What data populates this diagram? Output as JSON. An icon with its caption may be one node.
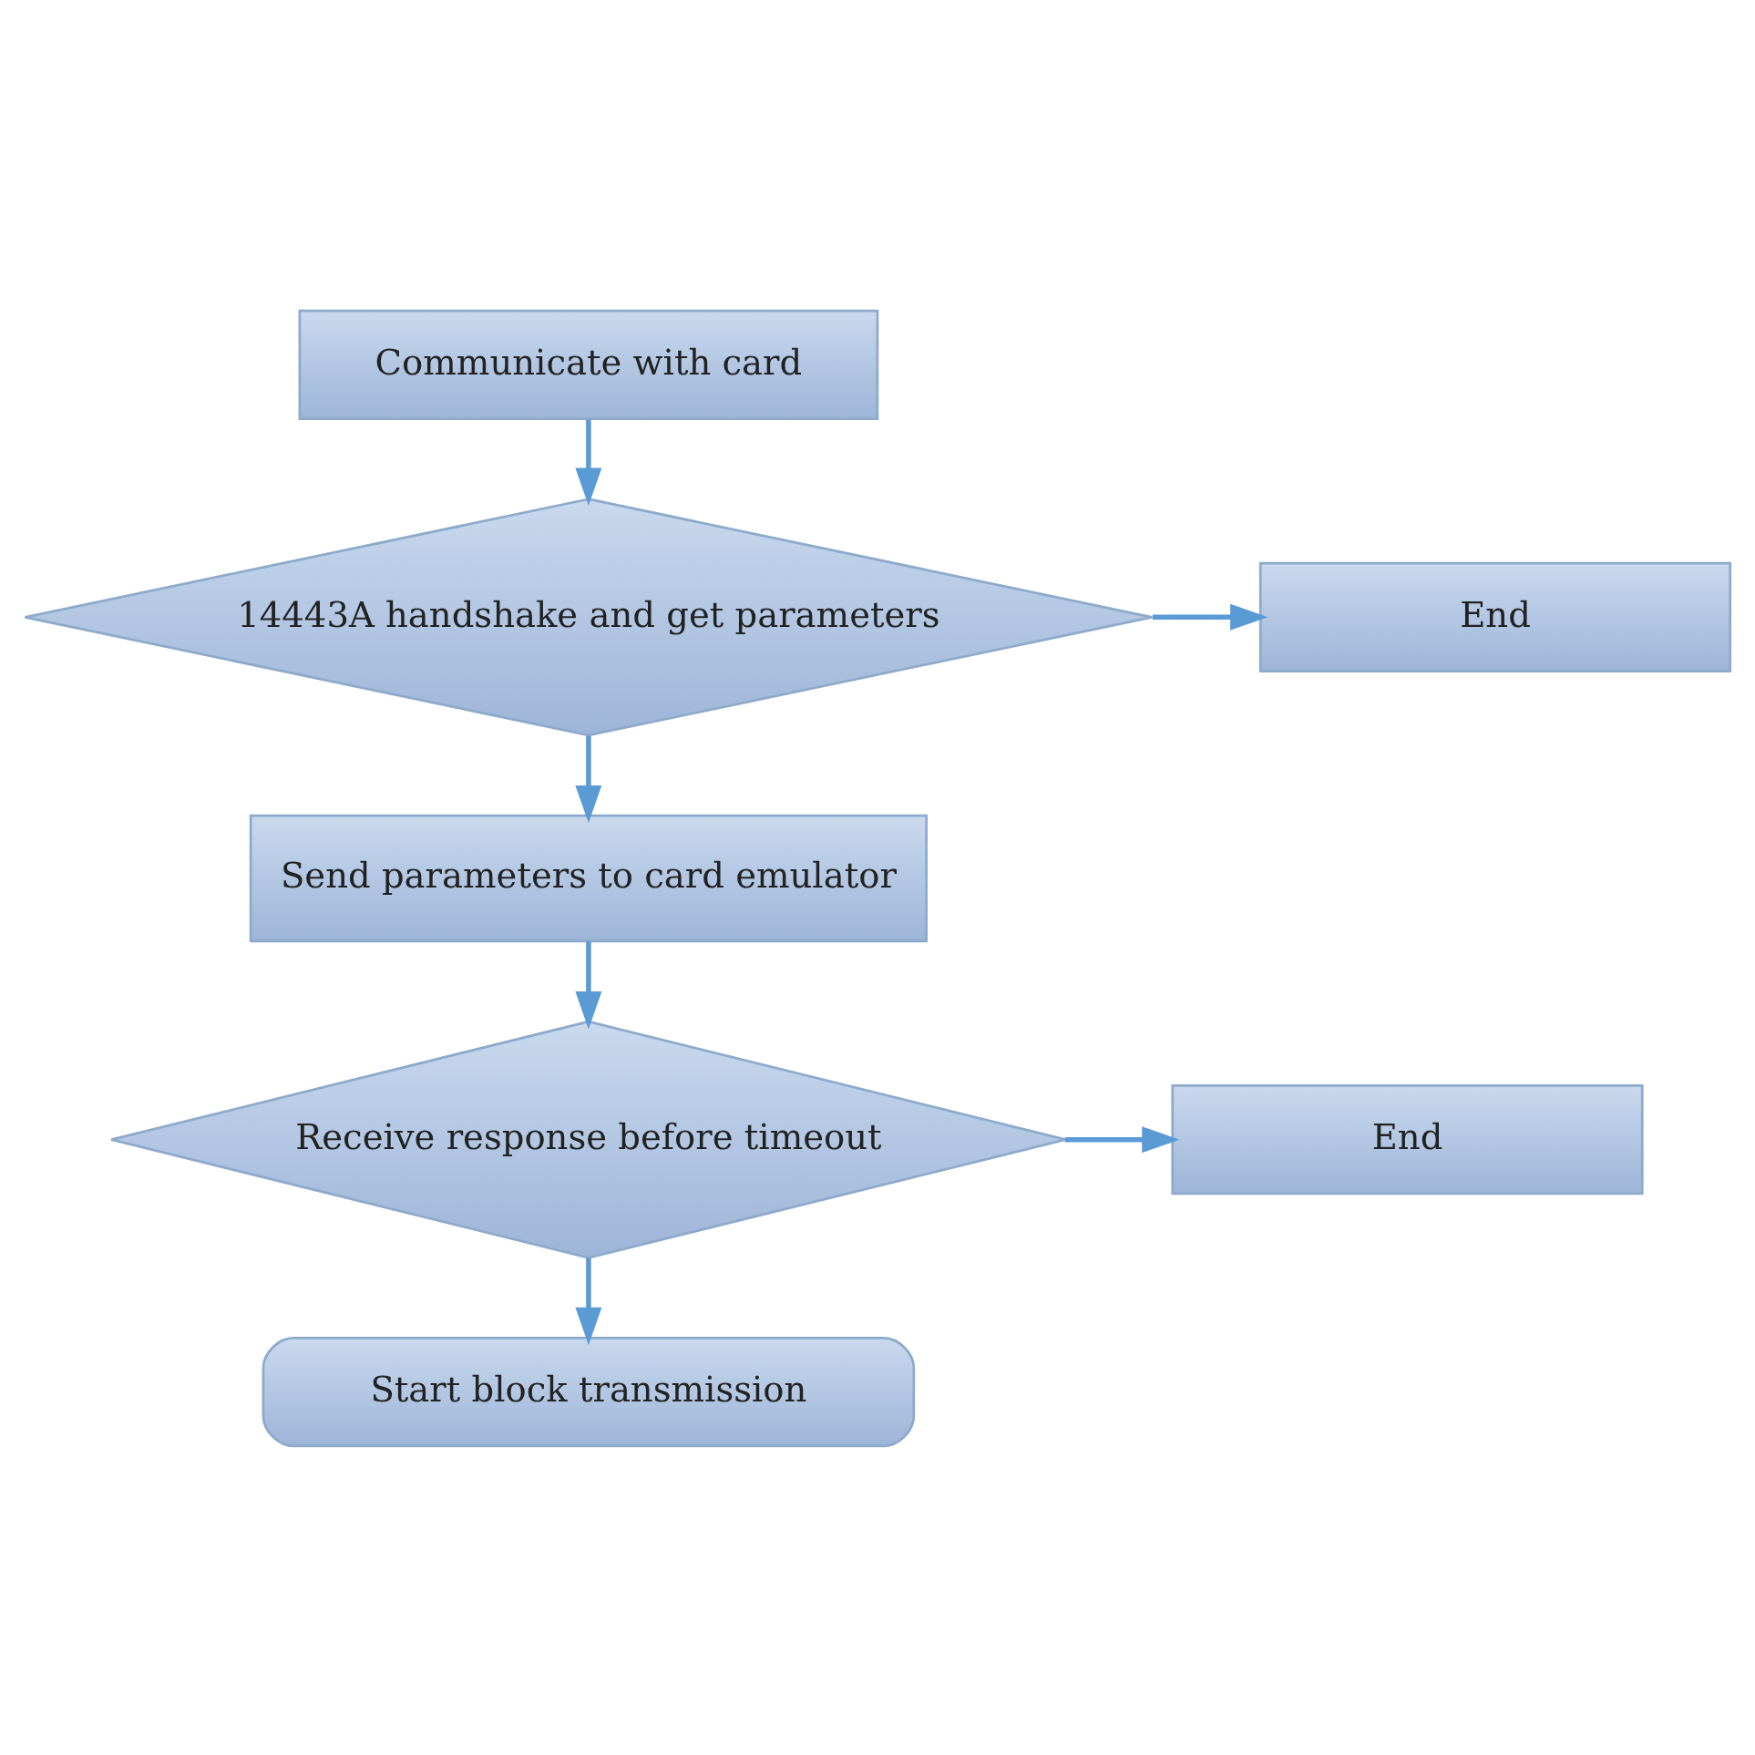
{
  "diagram": {
    "nodes": [
      {
        "text": [
          "Communicate with card"
        ]
      },
      {
        "text": [
          "14443A handshake and get parameters"
        ]
      },
      {
        "text": [
          "End"
        ]
      },
      {
        "text": [
          "Send parameters to card emulator"
        ]
      },
      {
        "text": [
          "Receive response before timeout"
        ]
      },
      {
        "text": [
          "End"
        ]
      },
      {
        "text": [
          "Start block transmission"
        ]
      }
    ],
    "edges": [
      {
        "from": 0,
        "to": 1,
        "arrow": "to"
      },
      {
        "from": 1,
        "to": 2,
        "arrow": "to"
      },
      {
        "from": 1,
        "to": 3,
        "arrow": "to"
      },
      {
        "from": 3,
        "to": 4,
        "arrow": "to"
      },
      {
        "from": 4,
        "to": 5,
        "arrow": "to"
      },
      {
        "from": 4,
        "to": 6,
        "arrow": "to"
      }
    ]
  }
}
